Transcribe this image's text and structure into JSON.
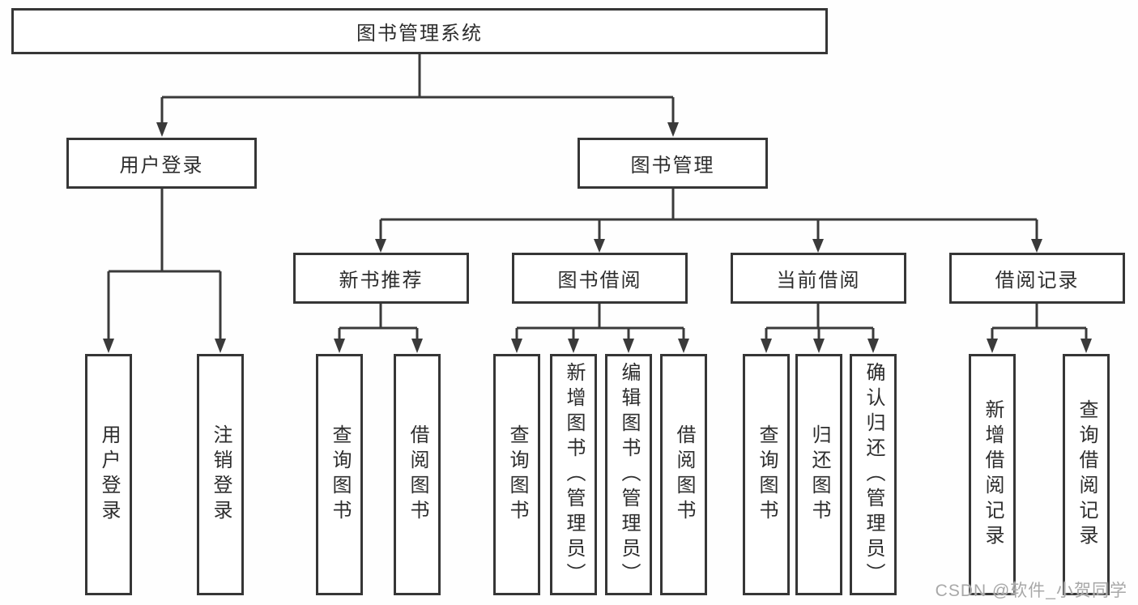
{
  "diagram": {
    "root": {
      "label": "图书管理系统"
    },
    "branches": [
      {
        "label": "用户登录",
        "children": [
          {
            "label": "用户登录"
          },
          {
            "label": "注销登录"
          }
        ]
      },
      {
        "label": "图书管理",
        "children": [
          {
            "label": "新书推荐",
            "children": [
              {
                "label": "查询图书"
              },
              {
                "label": "借阅图书"
              }
            ]
          },
          {
            "label": "图书借阅",
            "children": [
              {
                "label": "查询图书"
              },
              {
                "label": "新增图书（管理员）"
              },
              {
                "label": "编辑图书（管理员）"
              },
              {
                "label": "借阅图书"
              }
            ]
          },
          {
            "label": "当前借阅",
            "children": [
              {
                "label": "查询图书"
              },
              {
                "label": "归还图书"
              },
              {
                "label": "确认归还（管理员）"
              }
            ]
          },
          {
            "label": "借阅记录",
            "children": [
              {
                "label": "新增借阅记录"
              },
              {
                "label": "查询借阅记录"
              }
            ]
          }
        ]
      }
    ]
  },
  "watermark": {
    "text": "CSDN @软件_小贺同学"
  },
  "colors": {
    "line": "#3a3a3a",
    "box_border": "#363636",
    "box_fill": "#ffffff",
    "text": "#2d2d2d",
    "watermark_text": "#a8a8a8"
  }
}
